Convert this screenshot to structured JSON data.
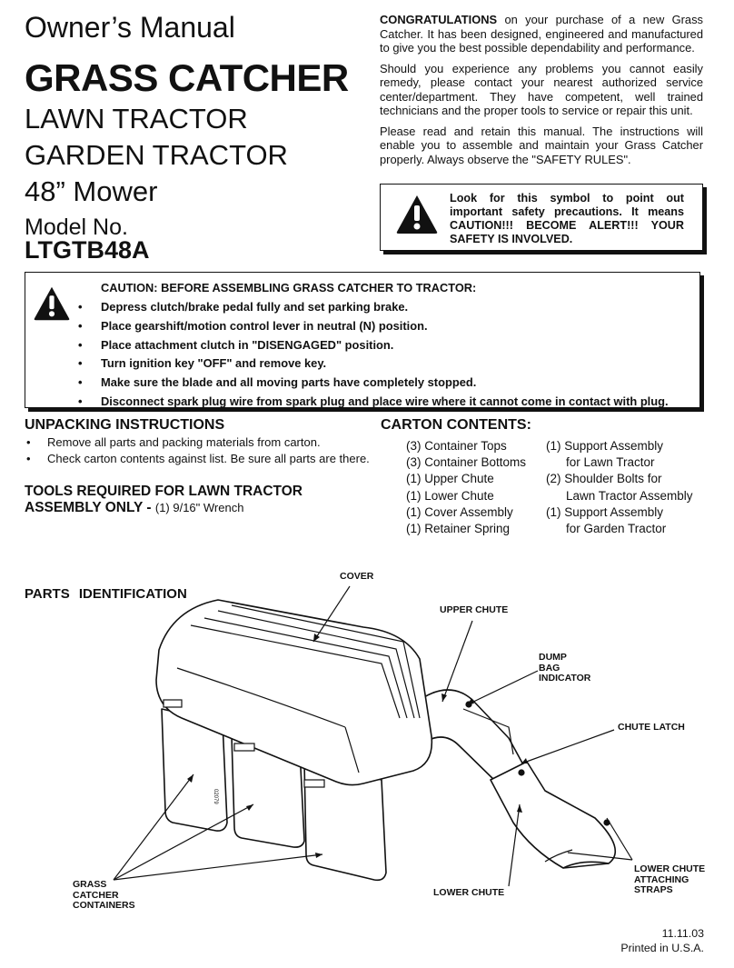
{
  "title": {
    "owners_manual": "Owner’s Manual",
    "product": "GRASS CATCHER",
    "line1": "LAWN TRACTOR",
    "line2": "GARDEN TRACTOR",
    "line3": "48” Mower",
    "model_label": "Model No.",
    "model_number": "LTGTB48A"
  },
  "intro": {
    "congrats_bold": "CONGRATULATIONS",
    "congrats_text": " on your purchase of a new Grass Catcher. It has been designed, engineered and manufactured to give you the best possible dependability and performance.",
    "p2": "Should you experience any problems you cannot easily remedy, please contact your nearest authorized service center/department. They have competent, well trained technicians and the proper tools to service or repair this unit.",
    "p3": "Please read and retain this manual. The instructions will enable you to assemble and maintain your Grass Catcher properly. Always observe the \"SAFETY RULES\"."
  },
  "symbol_box": {
    "text": "Look for this symbol to point out important safety precautions. It means CAUTION!!! BECOME ALERT!!! YOUR SAFETY IS INVOLVED."
  },
  "caution": {
    "heading": "CAUTION:  BEFORE ASSEMBLING GRASS CATCHER TO TRACTOR:",
    "items": [
      "Depress clutch/brake pedal fully and set parking brake.",
      "Place gearshift/motion control lever in neutral (N) position.",
      "Place attachment clutch in \"DISENGAGED\" position.",
      "Turn ignition key \"OFF\" and remove key.",
      "Make sure the blade and all moving parts have completely stopped.",
      "Disconnect spark plug wire from spark plug and place wire where it cannot come in contact with plug."
    ]
  },
  "unpacking": {
    "heading": "UNPACKING INSTRUCTIONS",
    "items": [
      "Remove all parts and packing materials from carton.",
      "Check carton contents against list.  Be sure all parts are there."
    ]
  },
  "tools": {
    "heading": "TOOLS REQUIRED FOR LAWN TRACTOR ASSEMBLY ONLY - ",
    "wrench": "(1) 9/16\" Wrench"
  },
  "carton": {
    "heading": "CARTON CONTENTS:",
    "col1": [
      "(3) Container Tops",
      "(3) Container Bottoms",
      "(1) Upper Chute",
      "(1) Lower Chute",
      "(1) Cover Assembly",
      "(1) Retainer Spring"
    ],
    "col2": [
      "(1) Support Assembly",
      "for Lawn Tractor",
      "(2) Shoulder Bolts for",
      "Lawn Tractor Assembly",
      "(1) Support Assembly",
      "for Garden Tractor"
    ]
  },
  "parts": {
    "heading": "PARTS   IDENTIFICATION",
    "labels": {
      "cover": "COVER",
      "upper_chute": "UPPER CHUTE",
      "dump_bag_1": "DUMP",
      "dump_bag_2": "BAG",
      "dump_bag_3": "INDICATOR",
      "chute_latch": "CHUTE LATCH",
      "lower_straps_1": "LOWER CHUTE",
      "lower_straps_2": "ATTACHING",
      "lower_straps_3": "STRAPS",
      "lower_chute": "LOWER CHUTE",
      "containers_1": "GRASS",
      "containers_2": "CATCHER",
      "containers_3": "CONTAINERS",
      "fig_code": "02079"
    }
  },
  "footer": {
    "date": "11.11.03",
    "printed": "Printed in U.S.A."
  }
}
